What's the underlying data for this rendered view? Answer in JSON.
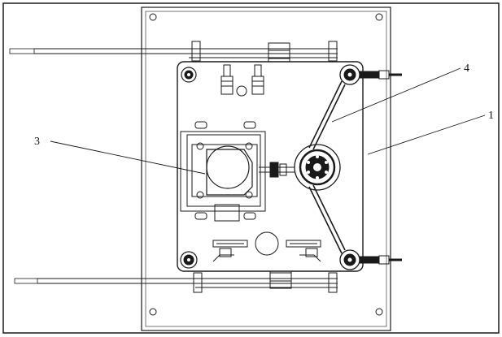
{
  "labels": {
    "one": "1",
    "three": "3",
    "four": "4"
  },
  "colors": {
    "line": "#1a1a1a",
    "fill": "#ffffff"
  }
}
